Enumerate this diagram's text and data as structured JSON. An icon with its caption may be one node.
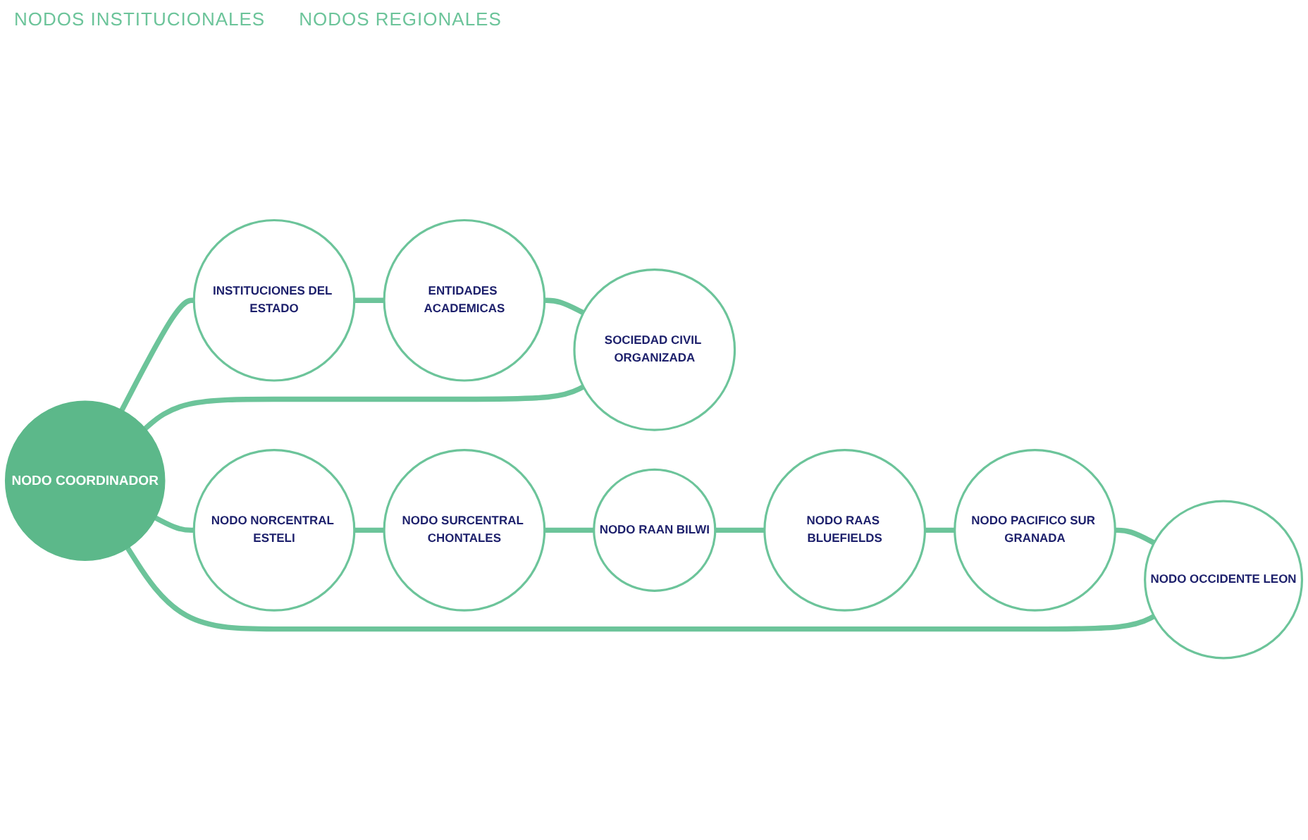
{
  "diagram": {
    "nodes": [
      {
        "text": [
          "NODO COORDINADOR"
        ]
      },
      {
        "text": [
          "INSTITUCIONES DEL ESTADO"
        ]
      },
      {
        "text": [
          "ENTIDADES ACADEMICAS"
        ]
      },
      {
        "text": [
          "SOCIEDAD CIVIL ORGANIZADA"
        ]
      },
      {
        "text": [
          "NODO NORCENTRAL ESTELI"
        ]
      },
      {
        "text": [
          "NODO SURCENTRAL CHONTALES"
        ]
      },
      {
        "text": [
          "NODO RAAN BILWI"
        ]
      },
      {
        "text": [
          "NODO RAAS BLUEFIELDS"
        ]
      },
      {
        "text": [
          "NODO PACIFICO SUR GRANADA"
        ]
      },
      {
        "text": [
          "NODO OCCIDENTE LEON"
        ]
      }
    ],
    "edges": [
      {
        "from": 0,
        "to": 1,
        "arrow": "none"
      },
      {
        "from": 1,
        "to": 2,
        "arrow": "none"
      },
      {
        "from": 2,
        "to": 3,
        "arrow": "none"
      },
      {
        "from": 3,
        "to": 0,
        "arrow": "none"
      },
      {
        "from": 0,
        "to": 4,
        "arrow": "none"
      },
      {
        "from": 4,
        "to": 5,
        "arrow": "none"
      },
      {
        "from": 5,
        "to": 6,
        "arrow": "none"
      },
      {
        "from": 6,
        "to": 7,
        "arrow": "none"
      },
      {
        "from": 7,
        "to": 8,
        "arrow": "none"
      },
      {
        "from": 8,
        "to": 9,
        "arrow": "none"
      },
      {
        "from": 9,
        "to": 0,
        "arrow": "none"
      }
    ],
    "labels": [
      "NODOS INSTITUCIONALES",
      "NODOS REGIONALES"
    ]
  }
}
